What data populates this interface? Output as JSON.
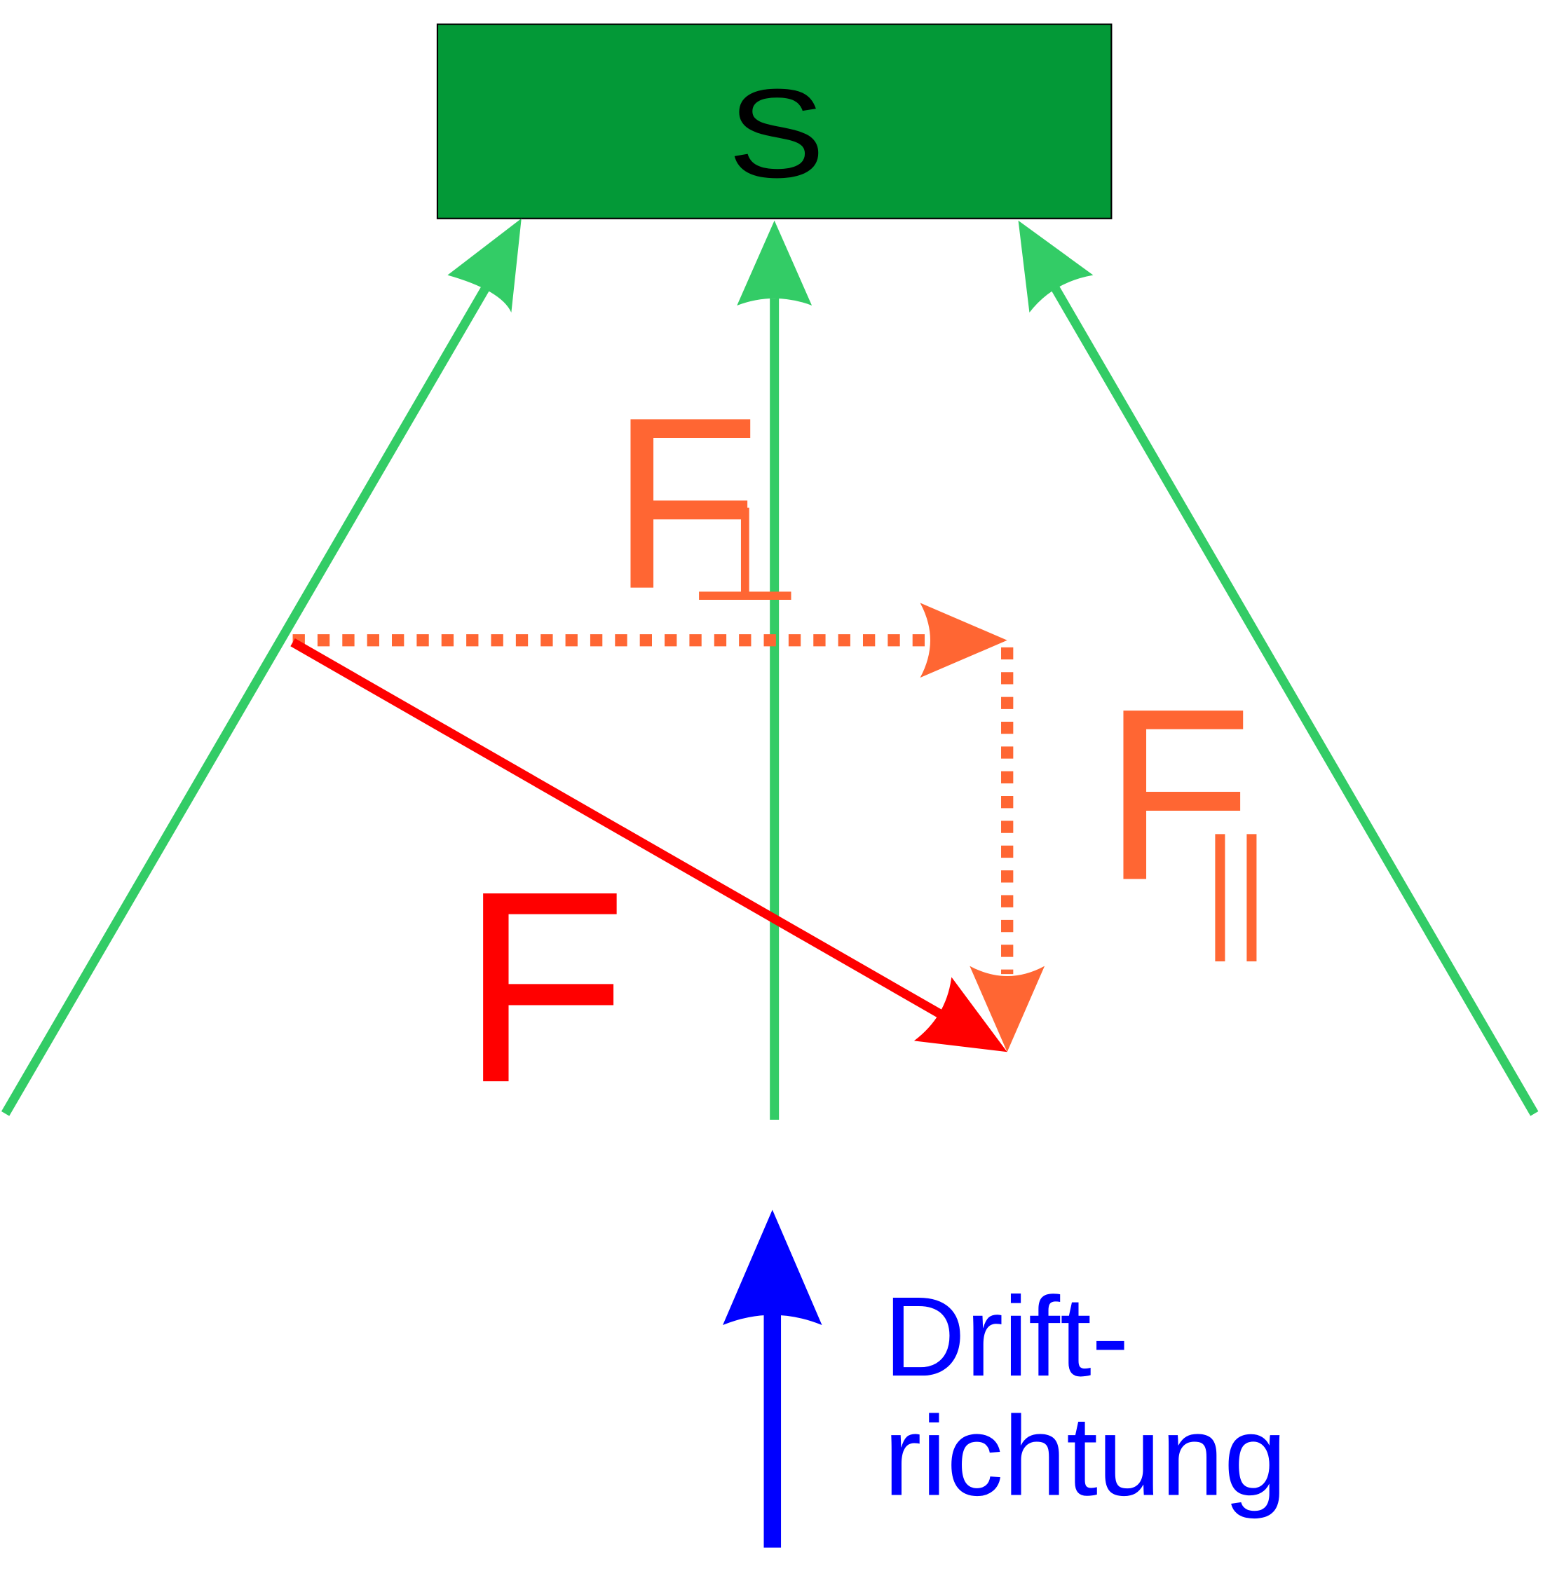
{
  "box": {
    "label": "S"
  },
  "forces": {
    "total": {
      "symbol": "F"
    },
    "perpendicular": {
      "symbol": "F",
      "subscript": "⊥"
    },
    "parallel": {
      "symbol": "F",
      "subscript": "||"
    }
  },
  "drift": {
    "line1": "Drift-",
    "line2": "richtung"
  },
  "colors": {
    "box_fill": "#039937",
    "field_lines": "#33CC66",
    "force_total": "#FF0000",
    "force_components": "#FF6633",
    "drift_arrow": "#0000FF",
    "text_dark": "#000000"
  }
}
